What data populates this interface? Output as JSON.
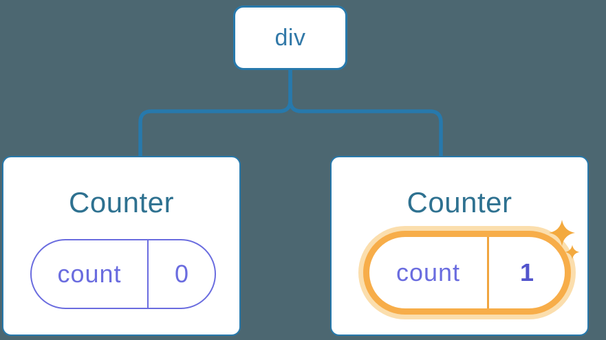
{
  "diagram": {
    "description": "React component tree: a div root with two Counter children; second Counter state changed",
    "root": {
      "label": "div"
    },
    "children": [
      {
        "title": "Counter",
        "state": {
          "key": "count",
          "value": "0"
        },
        "highlighted": false
      },
      {
        "title": "Counter",
        "state": {
          "key": "count",
          "value": "1"
        },
        "highlighted": true
      }
    ],
    "icons": {
      "sparkle": "sparkle-icon"
    }
  },
  "colors": {
    "background": "#4C6771",
    "card_bg": "#FFFFFF",
    "accent_blue": "#2779AC",
    "text_blue": "#3279A8",
    "title_blue": "#2E7190",
    "purple": "#6A6CDF",
    "purple_bold": "#5254CC",
    "orange": "#F7AD49",
    "orange_halo": "#FBDEAD",
    "orange_divider": "#F0A53F",
    "sparkle": "#F3A93E"
  }
}
